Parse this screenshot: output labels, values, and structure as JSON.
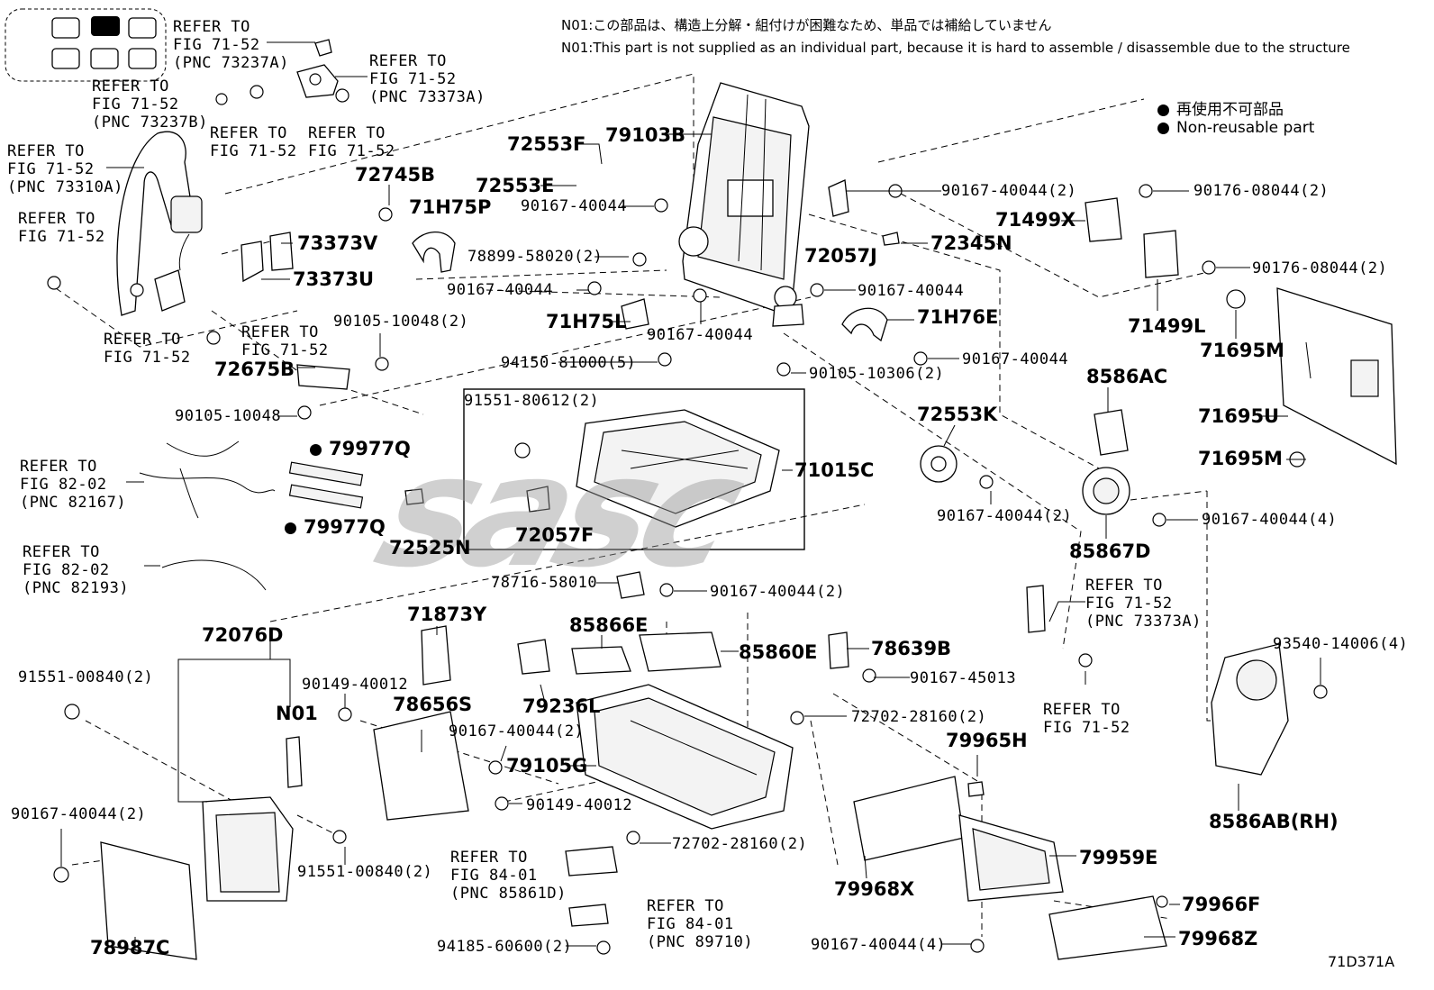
{
  "notes": {
    "n01_ja": "N01:この部品は、構造上分解・組付けが困難なため、単品では補給していません",
    "n01_en": "N01:This part is not supplied as an individual part, because it is hard to assemble / disassemble due to the structure"
  },
  "legend": {
    "non_reusable_ja": "再使用不可部品",
    "non_reusable_en": "Non-reusable part"
  },
  "watermark": "sasc",
  "figure_id": "71D371A",
  "labels": {
    "ref_73237a": [
      "REFER TO",
      "FIG 71-52",
      "(PNC 73237A)"
    ],
    "ref_73373a_top": [
      "REFER TO",
      "FIG 71-52",
      "(PNC 73373A)"
    ],
    "ref_73237b": [
      "REFER TO",
      "FIG 71-52",
      "(PNC 73237B)"
    ],
    "ref_7152_a": [
      "REFER TO",
      "FIG 71-52"
    ],
    "ref_7152_b": [
      "REFER TO",
      "FIG 71-52"
    ],
    "ref_73310a": [
      "REFER TO",
      "FIG 71-52",
      "(PNC 73310A)"
    ],
    "ref_7152_c": [
      "REFER TO",
      "FIG 71-52"
    ],
    "ref_7152_d": [
      "REFER TO",
      "FIG 71-52"
    ],
    "ref_7152_e": [
      "REFER TO",
      "FIG 71-52"
    ],
    "ref_82167": [
      "REFER TO",
      "FIG 82-02",
      "(PNC 82167)"
    ],
    "ref_82193": [
      "REFER TO",
      "FIG 82-02",
      "(PNC 82193)"
    ],
    "ref_73373a_right": [
      "REFER TO",
      "FIG 71-52",
      "(PNC 73373A)"
    ],
    "ref_7152_f": [
      "REFER TO",
      "FIG 71-52"
    ],
    "ref_85861d": [
      "REFER TO",
      "FIG 84-01",
      "(PNC 85861D)"
    ],
    "ref_89710": [
      "REFER TO",
      "FIG 84-01",
      "(PNC 89710)"
    ],
    "p72553F": "72553F",
    "p79103B": "79103B",
    "p72553E": "72553E",
    "p90167_40044_a": "90167-40044",
    "p72745B": "72745B",
    "p71H75P": "71H75P",
    "p73373V": "73373V",
    "p73373U": "73373U",
    "p78899": "78899-58020(2)",
    "p90167_40044_b": "90167-40044",
    "p71H75L": "71H75L",
    "p90167_40044_c": "90167-40044",
    "p90105_10048_2": "90105-10048(2)",
    "p72675B": "72675B",
    "p94150": "94150-81000(5)",
    "p90105_10048": "90105-10048",
    "p91551_80612": "91551-80612(2)",
    "p79977Q_a": "79977Q",
    "p79977Q_b": "79977Q",
    "p72525N": "72525N",
    "p72057F": "72057F",
    "p71015C": "71015C",
    "p90167_40044_2a": "90167-40044(2)",
    "p72057J": "72057J",
    "p72345N": "72345N",
    "p90167_40044_d": "90167-40044",
    "p71H76E": "71H76E",
    "p90167_40044_e": "90167-40044",
    "p90105_10306": "90105-10306(2)",
    "p72553K": "72553K",
    "p90167_40044_2b": "90167-40044(2)",
    "p90176_a": "90176-08044(2)",
    "p71499X": "71499X",
    "p90176_b": "90176-08044(2)",
    "p71499L": "71499L",
    "p71695M_a": "71695M",
    "p71695U": "71695U",
    "p71695M_b": "71695M",
    "p8586AC": "8586AC",
    "p85867D": "85867D",
    "p90167_40044_4": "90167-40044(4)",
    "p78716": "78716-58010",
    "p90167_40044_2c": "90167-40044(2)",
    "p72076D": "72076D",
    "p71873Y": "71873Y",
    "p85866E": "85866E",
    "p85860E": "85860E",
    "p78639B": "78639B",
    "p90167_45013": "90167-45013",
    "p91551_00840_a": "91551-00840(2)",
    "p90149_40012_a": "90149-40012",
    "pN01": "N01",
    "p78656S": "78656S",
    "p79236L": "79236L",
    "p90167_40044_2d": "90167-40044(2)",
    "p79105G": "79105G",
    "p72702_a": "72702-28160(2)",
    "p79965H": "79965H",
    "p90149_40012_b": "90149-40012",
    "p90167_40044_2e": "90167-40044(2)",
    "p91551_00840_b": "91551-00840(2)",
    "p72702_b": "72702-28160(2)",
    "p79968X": "79968X",
    "p79959E": "79959E",
    "p93540": "93540-14006(4)",
    "p8586AB": "8586AB(RH)",
    "p78987C": "78987C",
    "p94185": "94185-60600(2)",
    "p79966F": "79966F",
    "p90167_40044_4b": "90167-40044(4)",
    "p79968Z": "79968Z"
  }
}
